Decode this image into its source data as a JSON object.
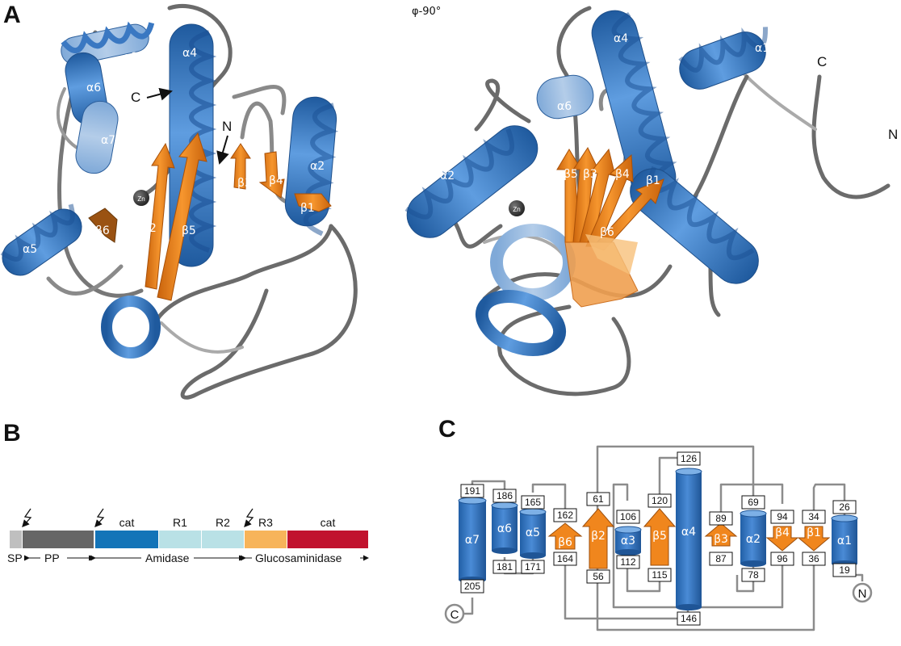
{
  "panels": {
    "a": "A",
    "b": "B",
    "c": "C"
  },
  "views": {
    "rotation": "φ-90°"
  },
  "termini": {
    "c": "C",
    "n": "N"
  },
  "zinc": "Zn",
  "helices": [
    "α1",
    "α2",
    "α3",
    "α4",
    "α5",
    "α6",
    "α7"
  ],
  "strands": [
    "β1",
    "β2",
    "β3",
    "β4",
    "β5",
    "β6"
  ],
  "colors": {
    "helix": "#3a78c2",
    "strand": "#f0861d",
    "loop": "#6b6b6b",
    "cat1": "#1374b8",
    "repeat": "#b9e1e6",
    "r3": "#f7b45a",
    "cat2": "#c1122e"
  },
  "domain_map": {
    "segments": [
      {
        "label": ""
      },
      {
        "label": ""
      },
      {
        "label": "cat"
      },
      {
        "label": "R1"
      },
      {
        "label": "R2"
      },
      {
        "label": "R3"
      },
      {
        "label": "cat"
      }
    ],
    "regions": {
      "sp": "SP",
      "pp": "PP",
      "amidase": "Amidase",
      "glucosaminidase": "Glucosaminidase"
    }
  },
  "topology": {
    "elements": [
      {
        "name": "α7",
        "top": "191",
        "bottom": "205"
      },
      {
        "name": "α6",
        "top": "186",
        "bottom": "181"
      },
      {
        "name": "α5",
        "top": "165",
        "bottom": "171"
      },
      {
        "name": "β6",
        "top": "162",
        "bottom": "164"
      },
      {
        "name": "β2",
        "top": "61",
        "bottom": "56"
      },
      {
        "name": "α3",
        "top": "106",
        "bottom": "112"
      },
      {
        "name": "β5",
        "top": "120",
        "bottom": "115"
      },
      {
        "name": "α4",
        "top": "126",
        "bottom": "146"
      },
      {
        "name": "β3",
        "top": "89",
        "bottom": "87"
      },
      {
        "name": "α2",
        "top": "69",
        "bottom": "78"
      },
      {
        "name": "β4",
        "top": "94",
        "bottom": "96"
      },
      {
        "name": "β1",
        "top": "34",
        "bottom": "36"
      },
      {
        "name": "α1",
        "top": "26",
        "bottom": "19"
      }
    ],
    "n_term": "N",
    "c_term": "C"
  }
}
